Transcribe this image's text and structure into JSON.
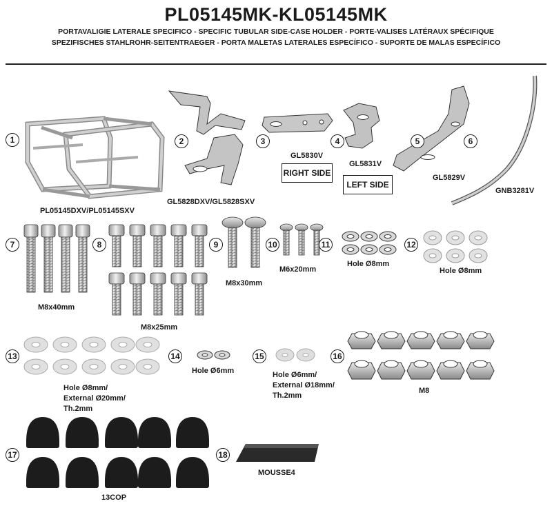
{
  "header": {
    "title": "PL05145MK-KL05145MK",
    "subtitle_line1": "PORTAVALIGIE LATERALE SPECIFICO  -  SPECIFIC TUBULAR SIDE-CASE HOLDER  - PORTE-VALISES LATÉRAUX SPÉCIFIQUE",
    "subtitle_line2": "SPEZIFISCHES STAHLROHR-SEITENTRAEGER - PORTA MALETAS LATERALES ESPECÍFICO - SUPORTE DE MALAS ESPECÍFICO"
  },
  "parts": [
    {
      "number": "1",
      "label": "PL05145DXV/PL05145SXV"
    },
    {
      "number": "2",
      "label": "GL5828DXV/GL5828SXV"
    },
    {
      "number": "3",
      "label": "GL5830V",
      "side": "RIGHT SIDE"
    },
    {
      "number": "4",
      "label": "GL5831V",
      "side": "LEFT SIDE"
    },
    {
      "number": "5",
      "label": "GL5829V"
    },
    {
      "number": "6",
      "label": "GNB3281V"
    },
    {
      "number": "7",
      "label": "M8x40mm"
    },
    {
      "number": "8",
      "label": "M8x25mm"
    },
    {
      "number": "9",
      "label": "M8x30mm"
    },
    {
      "number": "10",
      "label": "M6x20mm"
    },
    {
      "number": "11",
      "label": "Hole Ø8mm"
    },
    {
      "number": "12",
      "label": "Hole Ø8mm"
    },
    {
      "number": "13",
      "label_lines": [
        "Hole Ø8mm/",
        "External Ø20mm/",
        "Th.2mm"
      ]
    },
    {
      "number": "14",
      "label": "Hole Ø6mm"
    },
    {
      "number": "15",
      "label_lines": [
        "Hole Ø6mm/",
        "External Ø18mm/",
        "Th.2mm"
      ]
    },
    {
      "number": "16",
      "label": "M8"
    },
    {
      "number": "17",
      "label": "13COP"
    },
    {
      "number": "18",
      "label": "MOUSSE4"
    }
  ],
  "colors": {
    "metal": "#b9b9b9",
    "metal_dark": "#6e6e6e",
    "line": "#1a1a1a",
    "cap": "#1c1c1c",
    "washer": "#d6d6d6"
  }
}
